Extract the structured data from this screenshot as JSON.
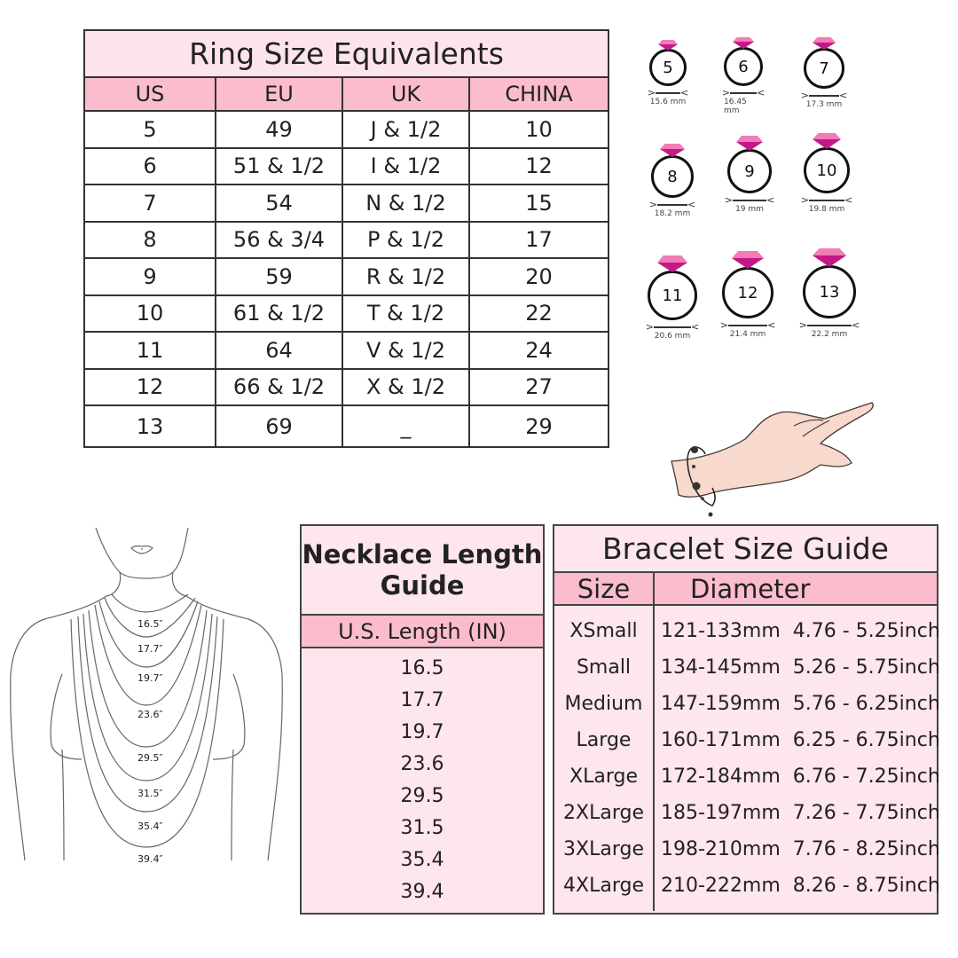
{
  "ring_table": {
    "title": "Ring Size Equivalents",
    "headers": [
      "US",
      "EU",
      "UK",
      "CHINA"
    ],
    "rows": [
      [
        "5",
        "49",
        "J & 1/2",
        "10"
      ],
      [
        "6",
        "51 & 1/2",
        "I & 1/2",
        "12"
      ],
      [
        "7",
        "54",
        "N & 1/2",
        "15"
      ],
      [
        "8",
        "56 & 3/4",
        "P & 1/2",
        "17"
      ],
      [
        "9",
        "59",
        "R & 1/2",
        "20"
      ],
      [
        "10",
        "61 & 1/2",
        "T & 1/2",
        "22"
      ],
      [
        "11",
        "64",
        "V & 1/2",
        "24"
      ],
      [
        "12",
        "66 & 1/2",
        "X & 1/2",
        "27"
      ],
      [
        "13",
        "69",
        "_",
        "29"
      ]
    ]
  },
  "ring_icons": [
    {
      "size": "5",
      "diameter": "15.6 mm"
    },
    {
      "size": "6",
      "diameter": "16.45 mm"
    },
    {
      "size": "7",
      "diameter": "17.3 mm"
    },
    {
      "size": "8",
      "diameter": "18.2 mm"
    },
    {
      "size": "9",
      "diameter": "19 mm"
    },
    {
      "size": "10",
      "diameter": "19.8 mm"
    },
    {
      "size": "11",
      "diameter": "20.6 mm"
    },
    {
      "size": "12",
      "diameter": "21.4 mm"
    },
    {
      "size": "13",
      "diameter": "22.2 mm"
    }
  ],
  "necklace_figure": {
    "labels": [
      "16.5″",
      "17.7″",
      "19.7″",
      "23.6″",
      "29.5″",
      "31.5″",
      "35.4″",
      "39.4″"
    ]
  },
  "necklace_table": {
    "title_line1": "Necklace Length",
    "title_line2": "Guide",
    "header": "U.S. Length (IN)",
    "rows": [
      "16.5",
      "17.7",
      "19.7",
      "23.6",
      "29.5",
      "31.5",
      "35.4",
      "39.4"
    ]
  },
  "bracelet_table": {
    "title": "Bracelet Size Guide",
    "headers": [
      "Size",
      "Diameter"
    ],
    "rows": [
      {
        "size": "XSmall",
        "diameter": "121-133mm  4.76 - 5.25inch"
      },
      {
        "size": "Small",
        "diameter": "134-145mm  5.26 - 5.75inch"
      },
      {
        "size": "Medium",
        "diameter": "147-159mm  5.76 - 6.25inch"
      },
      {
        "size": "Large",
        "diameter": "160-171mm  6.25 - 6.75inch"
      },
      {
        "size": "XLarge",
        "diameter": "172-184mm  6.76 - 7.25inch"
      },
      {
        "size": "2XLarge",
        "diameter": "185-197mm  7.26 - 7.75inch"
      },
      {
        "size": "3XLarge",
        "diameter": "198-210mm  7.76 - 8.25inch"
      },
      {
        "size": "4XLarge",
        "diameter": "210-222mm  8.26 - 8.75inch"
      }
    ]
  },
  "colors": {
    "header_pink": "#fbbccd",
    "light_pink": "#fde6ec",
    "gem_top": "#f27cb5",
    "gem_bottom": "#c2188a",
    "skin": "#f7d9cd"
  }
}
